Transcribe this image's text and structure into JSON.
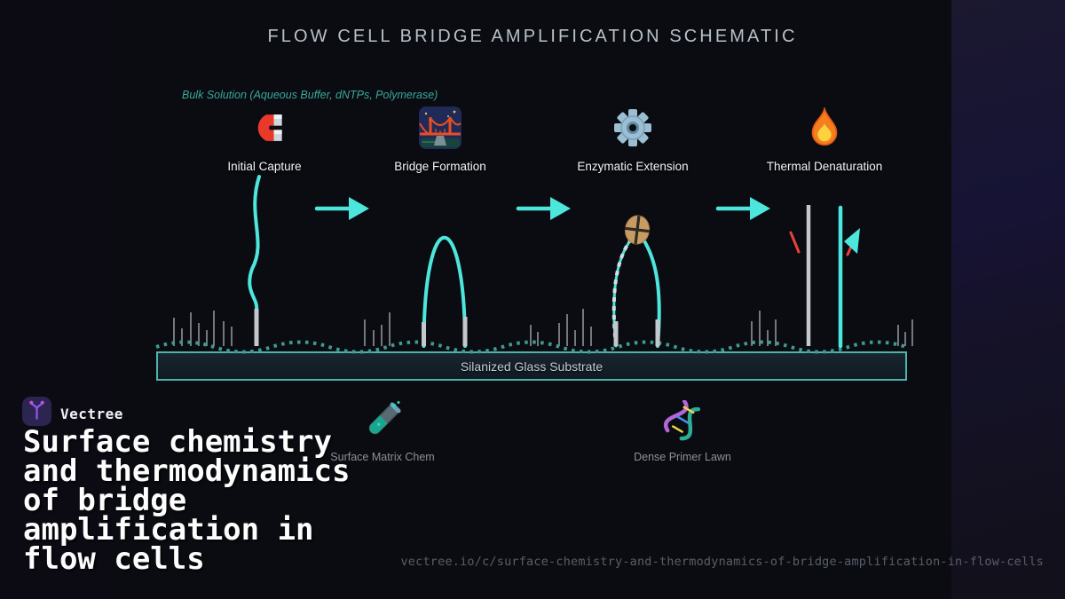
{
  "diagram": {
    "title": "FLOW CELL BRIDGE AMPLIFICATION SCHEMATIC",
    "bulk_label": "Bulk Solution (Aqueous Buffer, dNTPs, Polymerase)",
    "stages": [
      {
        "icon": "magnet-icon",
        "label": "Initial Capture"
      },
      {
        "icon": "bridge-icon",
        "label": "Bridge Formation"
      },
      {
        "icon": "gear-icon",
        "label": "Enzymatic Extension"
      },
      {
        "icon": "fire-icon",
        "label": "Thermal Denaturation"
      }
    ],
    "substrate_label": "Silanized Glass Substrate",
    "legend": [
      {
        "icon": "test-tube-icon",
        "label": "Surface Matrix Chem"
      },
      {
        "icon": "dna-icon",
        "label": "Dense Primer Lawn"
      }
    ],
    "colors": {
      "strand_cyan": "#4de6dd",
      "strand_gray": "#c3c8cd",
      "surface_dots": "#3f9a92",
      "substrate_border": "#4db4aa",
      "heat_red": "#e8413a",
      "accent_teal": "#3ba79b",
      "polymerase_tan": "#c89a64"
    }
  },
  "branding": {
    "logo_icon": "vectree-logo-icon",
    "name": "Vectree",
    "title": "Surface chemistry and thermodynamics of bridge amplification in flow cells",
    "url": "vectree.io/c/surface-chemistry-and-thermodynamics-of-bridge-amplification-in-flow-cells"
  }
}
